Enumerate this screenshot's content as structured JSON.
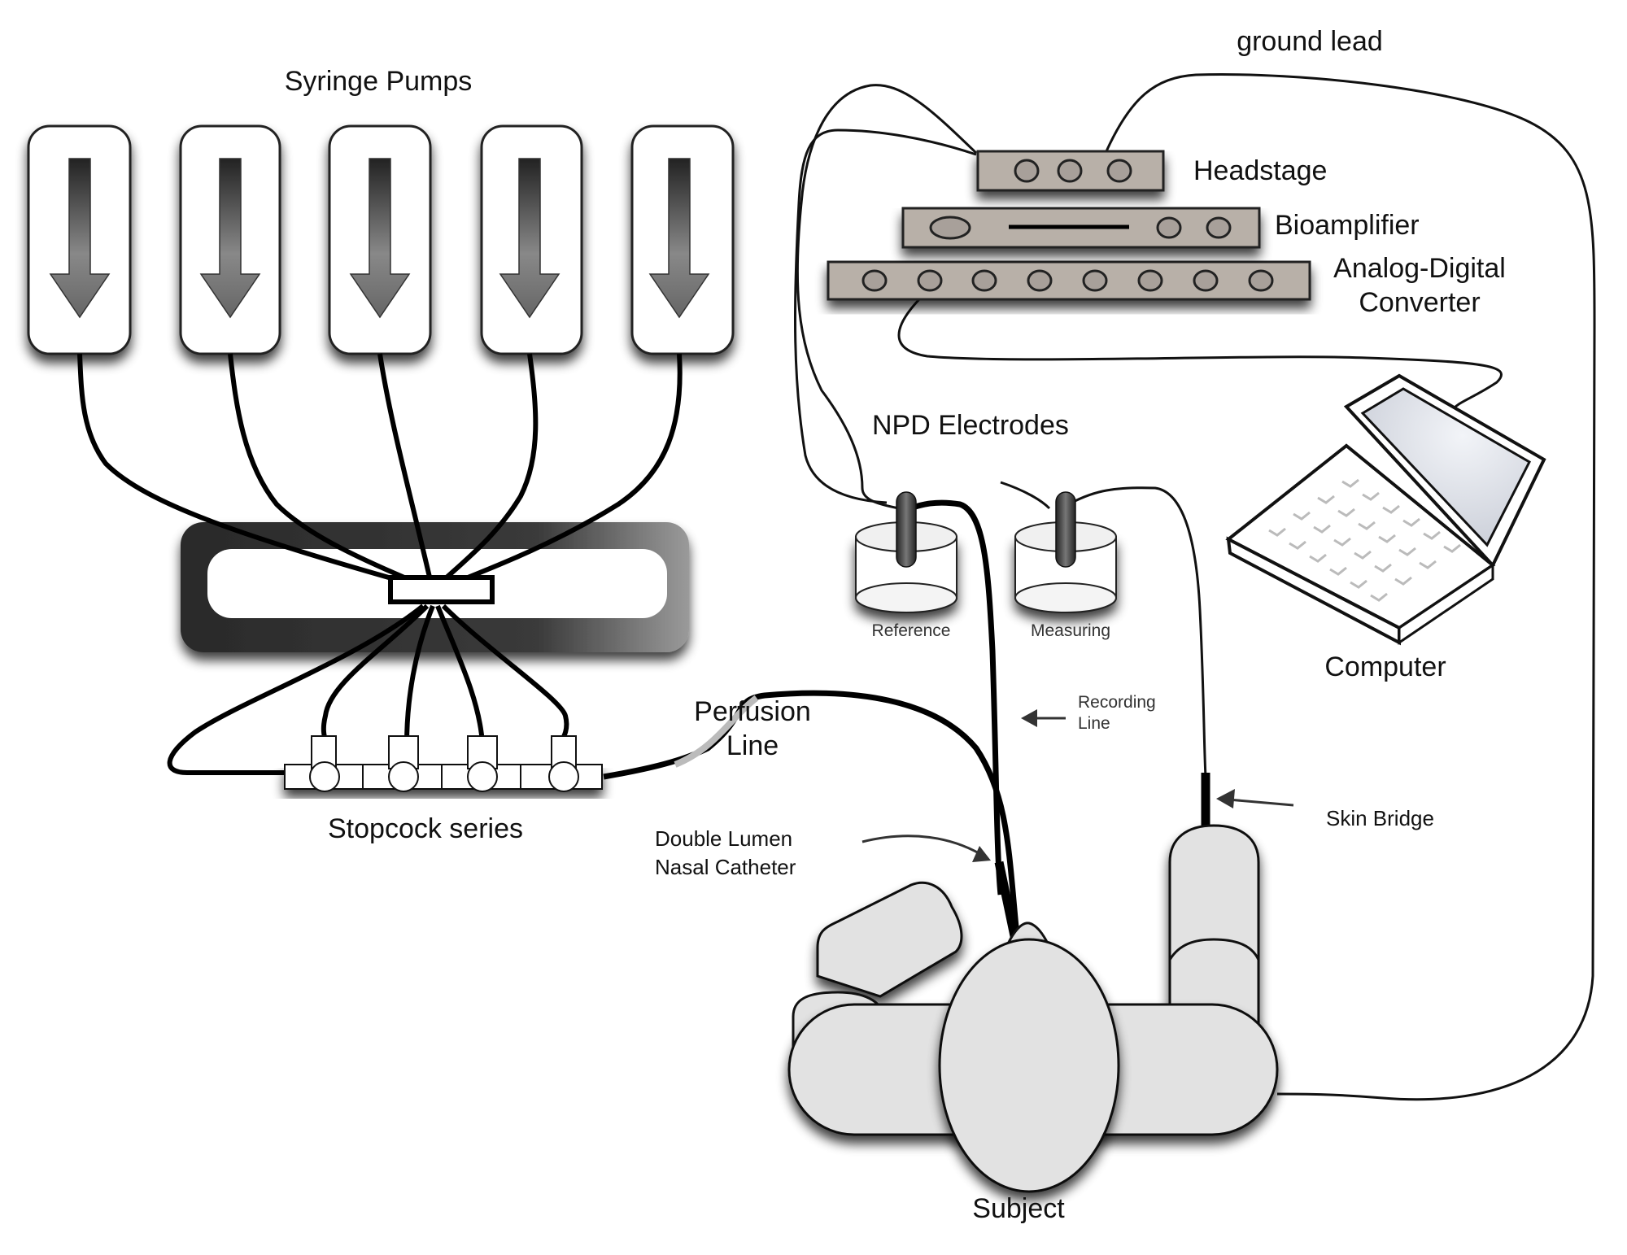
{
  "labels": {
    "syringe_pumps": "Syringe Pumps",
    "stopcock_series": "Stopcock series",
    "perfusion_line_1": "Perfusion",
    "perfusion_line_2": "Line",
    "double_lumen_1": "Double Lumen",
    "double_lumen_2": "Nasal Catheter",
    "ground_lead": "ground lead",
    "headstage": "Headstage",
    "bioamplifier": "Bioamplifier",
    "adc_1": "Analog-Digital",
    "adc_2": "Converter",
    "npd_electrodes": "NPD Electrodes",
    "reference": "Reference",
    "measuring": "Measuring",
    "recording_line_1": "Recording",
    "recording_line_2": "Line",
    "computer": "Computer",
    "skin_bridge": "Skin Bridge",
    "subject": "Subject"
  },
  "colors": {
    "device_fill": "#b8b0a8",
    "body_fill": "#e2e2e2",
    "line": "#000000"
  }
}
